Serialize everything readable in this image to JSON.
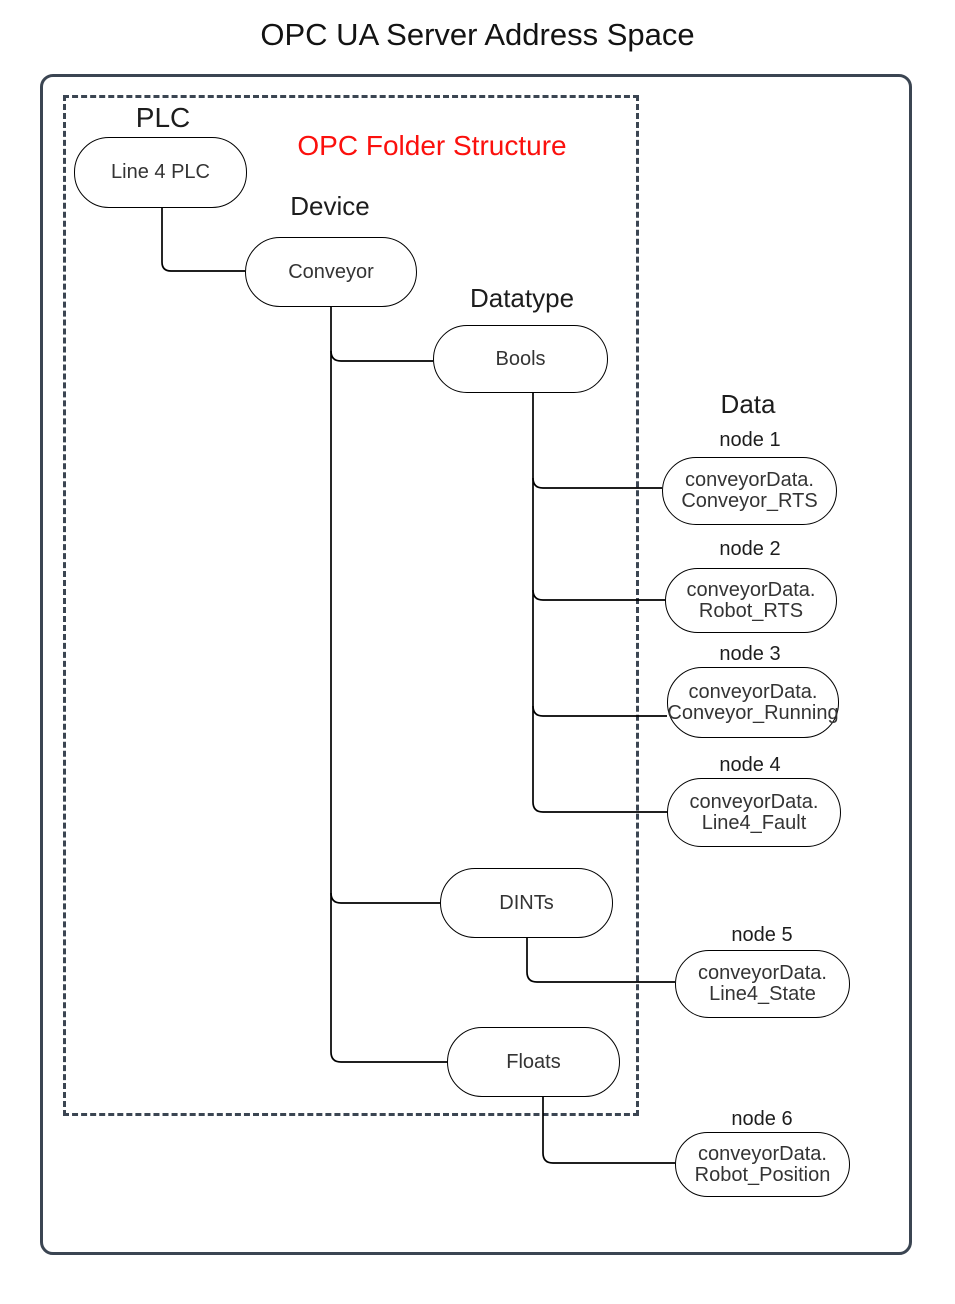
{
  "title": "OPC UA Server Address Space",
  "diagram": {
    "folder_label": "OPC Folder Structure",
    "headers": {
      "plc": "PLC",
      "device": "Device",
      "datatype": "Datatype",
      "data": "Data"
    },
    "folders": {
      "plc": "Line 4 PLC",
      "device": "Conveyor",
      "bools": "Bools",
      "dints": "DINTs",
      "floats": "Floats"
    },
    "data_nodes": [
      {
        "caption": "node 1",
        "line1": "conveyorData.",
        "line2": "Conveyor_RTS"
      },
      {
        "caption": "node 2",
        "line1": "conveyorData.",
        "line2": "Robot_RTS"
      },
      {
        "caption": "node 3",
        "line1": "conveyorData.",
        "line2": "Conveyor_Running"
      },
      {
        "caption": "node 4",
        "line1": "conveyorData.",
        "line2": "Line4_Fault"
      },
      {
        "caption": "node 5",
        "line1": "conveyorData.",
        "line2": "Line4_State"
      },
      {
        "caption": "node 6",
        "line1": "conveyorData.",
        "line2": "Robot_Position"
      }
    ],
    "colors": {
      "box_border": "#3b4552",
      "node_border": "#000000",
      "connector": "#000000",
      "accent_red": "#fb100d",
      "text": "#343434"
    }
  }
}
